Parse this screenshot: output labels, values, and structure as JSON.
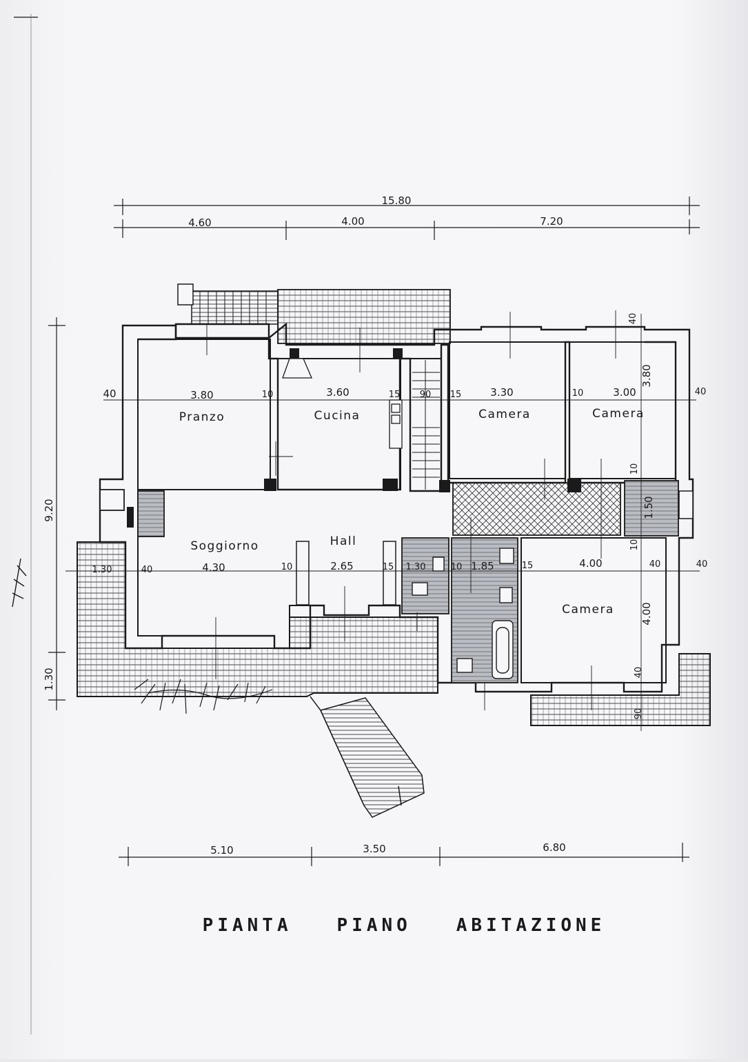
{
  "title": "PIANTA   PIANO   ABITAZIONE",
  "rooms": {
    "pranzo": "Pranzo",
    "cucina": "Cucina",
    "camera_1": "Camera",
    "camera_2": "Camera",
    "camera_3": "Camera",
    "soggiorno": "Soggiorno",
    "hall": "Hall"
  },
  "dimensions": {
    "top_total": "15.80",
    "top_segments": [
      "4.60",
      "4.00",
      "7.20"
    ],
    "bottom_segments": [
      "5.10",
      "3.50",
      "6.80"
    ],
    "left_height": "9.20",
    "left_lower": "1.30",
    "row1": [
      "40",
      "3.80",
      "10",
      "3.60",
      "15",
      "90",
      "15",
      "3.30",
      "10",
      "3.00",
      "40"
    ],
    "row2": [
      "1.30",
      "40",
      "4.30",
      "10",
      "2.65",
      "15",
      "1.30",
      "10",
      "1.85",
      "15",
      "4.00",
      "40",
      "40"
    ],
    "right_vertical_top": [
      "40",
      "3.80",
      "10",
      "1.50",
      "10"
    ],
    "right_vertical_bottom": [
      "4.00",
      "40",
      "90"
    ]
  },
  "colors": {
    "ink": "#1a1a1a",
    "wall_fill": "#f7f7f9",
    "hatch_fill": "#bfc3c9"
  }
}
